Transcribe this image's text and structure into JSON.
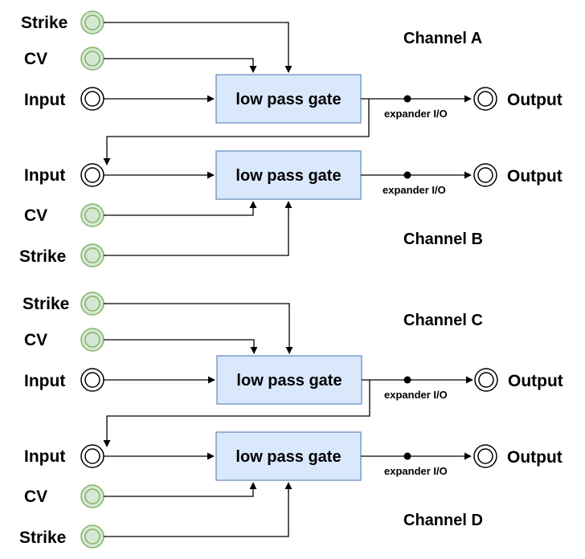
{
  "channels": [
    {
      "name": "Channel A",
      "strike_label": "Strike",
      "cv_label": "CV",
      "input_label": "Input",
      "gate_label": "low pass gate",
      "expander_label": "expander I/O",
      "output_label": "Output"
    },
    {
      "name": "Channel B",
      "strike_label": "Strike",
      "cv_label": "CV",
      "input_label": "Input",
      "gate_label": "low pass gate",
      "expander_label": "expander I/O",
      "output_label": "Output"
    },
    {
      "name": "Channel C",
      "strike_label": "Strike",
      "cv_label": "CV",
      "input_label": "Input",
      "gate_label": "low pass gate",
      "expander_label": "expander I/O",
      "output_label": "Output"
    },
    {
      "name": "Channel D",
      "strike_label": "Strike",
      "cv_label": "CV",
      "input_label": "Input",
      "gate_label": "low pass gate",
      "expander_label": "expander I/O",
      "output_label": "Output"
    }
  ],
  "colors": {
    "gate_fill": "#dae8fc",
    "gate_stroke": "#6c8ebf",
    "cv_jack_fill": "#d5e8d4",
    "cv_jack_stroke": "#82b366"
  }
}
